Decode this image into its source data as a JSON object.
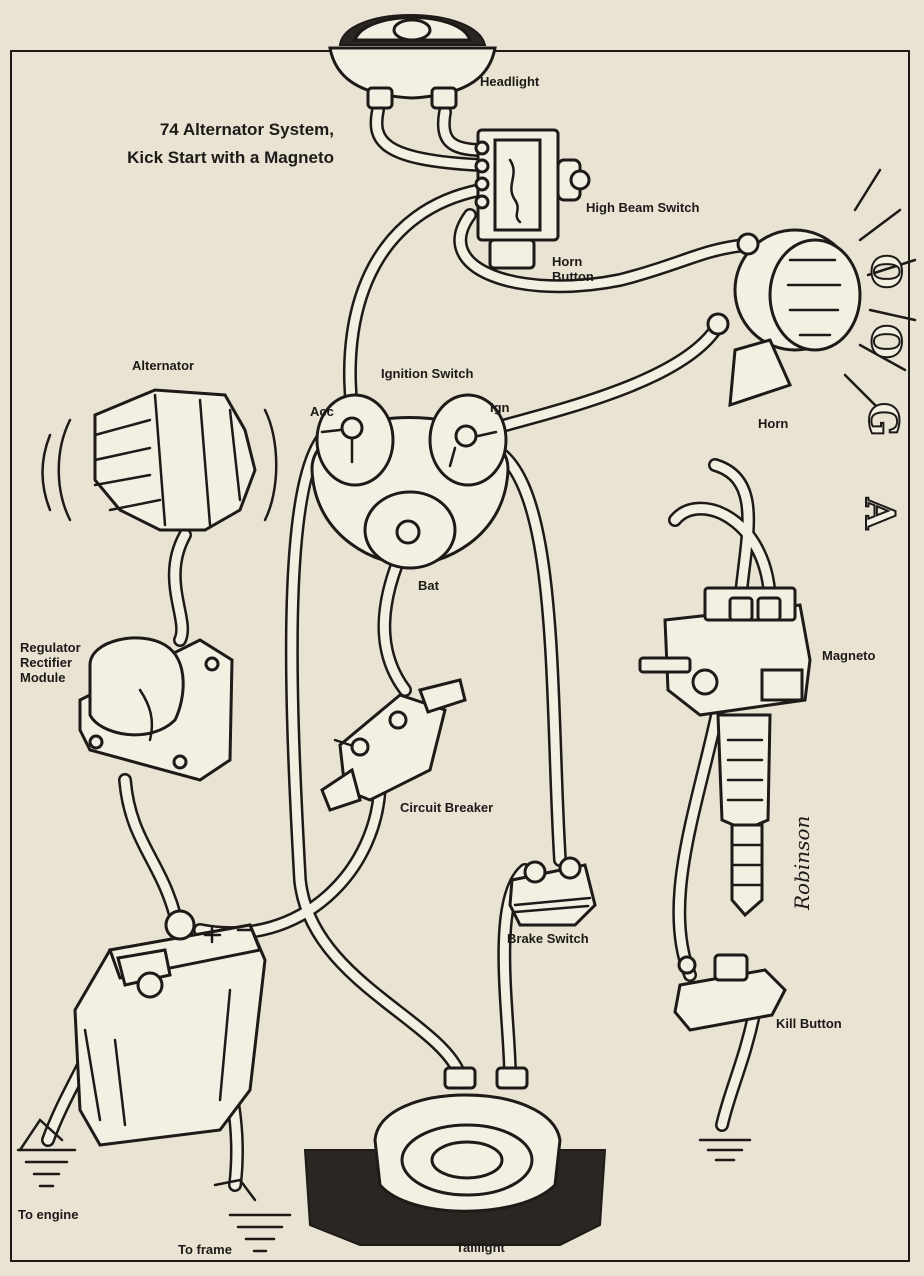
{
  "title": {
    "line1": "74 Alternator System,",
    "line2": "Kick Start with a Magneto"
  },
  "labels": {
    "headlight": "Headlight",
    "high_beam_switch": "High Beam Switch",
    "horn_button_line1": "Horn",
    "horn_button_line2": "Button",
    "horn": "Horn",
    "alternator": "Alternator",
    "ignition_switch": "Ignition Switch",
    "acc": "Acc",
    "ign": "Ign",
    "bat": "Bat",
    "regulator_line1": "Regulator",
    "regulator_line2": "Rectifier",
    "regulator_line3": "Module",
    "magneto": "Magneto",
    "circuit_breaker": "Circuit Breaker",
    "brake_switch": "Brake Switch",
    "kill_button": "Kill Button",
    "to_engine": "To engine",
    "to_frame": "To frame",
    "taillight": "Taillight"
  },
  "sound_effect": [
    "O",
    "O",
    "G",
    "A"
  ],
  "signature": "Robinson",
  "colors": {
    "ink": "#1d1a17",
    "paper": "#e9e3d3",
    "wire_fill": "#f3efe3"
  }
}
